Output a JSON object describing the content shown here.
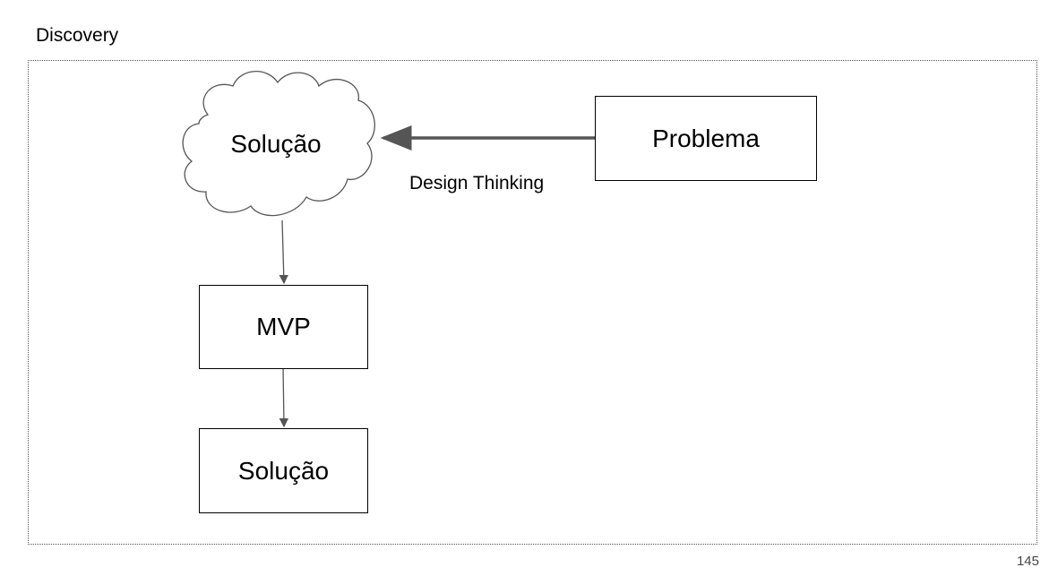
{
  "header": {
    "title": "Discovery"
  },
  "diagram": {
    "nodes": {
      "cloud": {
        "label": "Solução",
        "shape": "cloud"
      },
      "problema": {
        "label": "Problema",
        "shape": "rectangle"
      },
      "mvp": {
        "label": "MVP",
        "shape": "rectangle"
      },
      "solucao": {
        "label": "Solução",
        "shape": "rectangle"
      }
    },
    "edges": [
      {
        "from": "Problema",
        "to": "Solução",
        "label": "Design Thinking"
      },
      {
        "from": "Solução",
        "to": "MVP",
        "label": ""
      },
      {
        "from": "MVP",
        "to": "Solução",
        "label": ""
      }
    ]
  },
  "footer": {
    "page_number": "145"
  },
  "colors": {
    "arrow_thick": "#555555",
    "arrow_thin": "#555555",
    "border": "#000000",
    "frame": "#555555"
  }
}
